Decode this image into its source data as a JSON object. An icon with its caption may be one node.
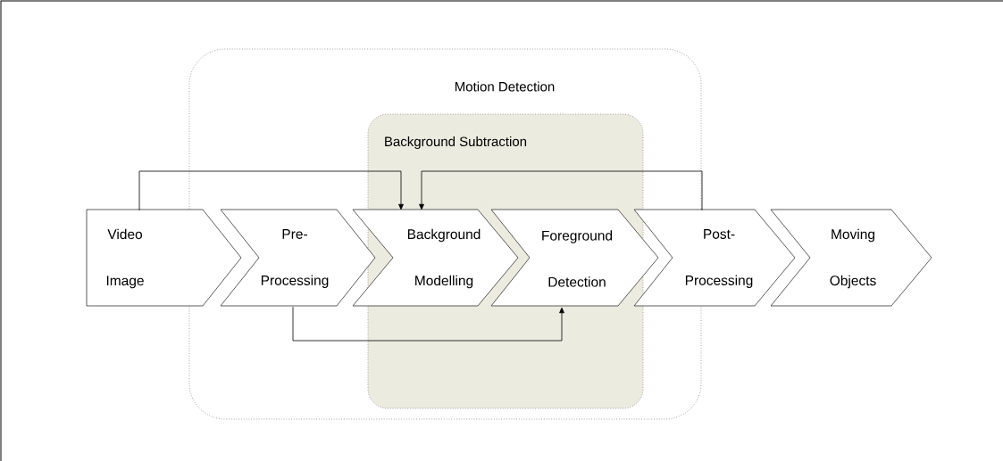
{
  "diagram": {
    "nodes": [
      {
        "text": [
          "Motion Detection"
        ]
      },
      {
        "text": [
          "Background Subtraction"
        ],
        "in": 0
      },
      {
        "text": [
          "Video Image"
        ]
      },
      {
        "text": [
          "Pre- Processing"
        ],
        "in": 0
      },
      {
        "text": [
          "Background Modelling"
        ],
        "in": 0
      },
      {
        "text": [
          "Foreground Detection"
        ],
        "in": 1
      },
      {
        "text": [
          "Post- Processing"
        ]
      },
      {
        "text": [
          "Moving Objects"
        ]
      }
    ],
    "edges": [
      {
        "from": 2,
        "to": 4,
        "arrow": "to"
      },
      {
        "from": 6,
        "to": 4,
        "arrow": "to"
      },
      {
        "from": 3,
        "to": 5,
        "arrow": "to"
      }
    ]
  }
}
